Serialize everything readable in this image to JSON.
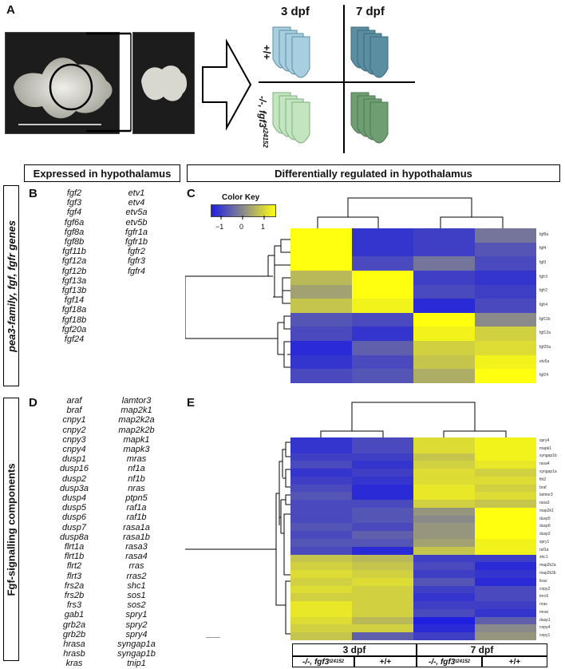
{
  "panel_letters": {
    "a": "A",
    "b": "B",
    "c": "C",
    "d": "D",
    "e": "E"
  },
  "panel_a": {
    "col_labels": [
      "3 dpf",
      "7 dpf"
    ],
    "row_labels": [
      "+/+",
      "-/-, fgf3"
    ],
    "row_label_sup": "t24152"
  },
  "headers": {
    "left": "Expressed in hypothalamus",
    "right": "Differentially regulated in hypothalamus"
  },
  "side_labels": {
    "top": "pea3-family, fgf, fgfr genes",
    "bottom": "Fgf-signalling components"
  },
  "panel_b": {
    "col1": [
      "fgf2",
      "fgf3",
      "fgf4",
      "fgf6a",
      "fgf8a",
      "fgf8b",
      "fgf11b",
      "fgf12a",
      "fgf12b",
      "fgf13a",
      "fgf13b",
      "fgf14",
      "fgf18a",
      "fgf18b",
      "fgf20a",
      "fgf24"
    ],
    "col2": [
      "etv1",
      "etv4",
      "etv5a",
      "etv5b",
      "fgfr1a",
      "fgfr1b",
      "fgfr2",
      "fgfr3",
      "fgfr4"
    ]
  },
  "panel_d": {
    "col1": [
      "araf",
      "braf",
      "cnpy1",
      "cnpy2",
      "cnpy3",
      "cnpy4",
      "dusp1",
      "dusp16",
      "dusp2",
      "dusp3a",
      "dusp4",
      "dusp5",
      "dusp6",
      "dusp7",
      "dusp8a",
      "flrt1a",
      "flrt1b",
      "flrt2",
      "flrt3",
      "frs2a",
      "frs2b",
      "frs3",
      "gab1",
      "grb2a",
      "grb2b",
      "hrasa",
      "hrasb",
      "kras"
    ],
    "col2": [
      "lamtor3",
      "map2k1",
      "map2k2a",
      "map2k2b",
      "mapk1",
      "mapk3",
      "mras",
      "nf1a",
      "nf1b",
      "nras",
      "ptpn5",
      "raf1a",
      "raf1b",
      "rasa1a",
      "rasa1b",
      "rasa3",
      "rasa4",
      "rras",
      "rras2",
      "shc1",
      "sos1",
      "sos2",
      "spry1",
      "spry2",
      "spry4",
      "syngap1a",
      "syngap1b",
      "tnip1"
    ]
  },
  "color_key": {
    "title": "Color Key",
    "ticks": [
      "−1",
      "0",
      "1"
    ],
    "colors": {
      "low": "#1f1fe0",
      "mid": "#8a8a8a",
      "high": "#ffff10"
    }
  },
  "heatmap_c": {
    "genes": [
      "fgf8a",
      "fgf4",
      "fgf3",
      "fgfr3",
      "fgfr2",
      "fgfr4",
      "fgf11b",
      "fgf12a",
      "fgf20a",
      "etv5a",
      "fgf24"
    ],
    "values": [
      [
        1.0,
        -0.8,
        -0.7,
        -0.2
      ],
      [
        1.0,
        -0.8,
        -0.7,
        -0.5
      ],
      [
        1.0,
        -0.6,
        -0.2,
        -0.6
      ],
      [
        0.4,
        1.0,
        -0.7,
        -0.8
      ],
      [
        0.2,
        1.0,
        -0.6,
        -0.7
      ],
      [
        0.5,
        0.9,
        -0.9,
        -0.6
      ],
      [
        -0.5,
        -0.6,
        1.0,
        0.0
      ],
      [
        -0.6,
        -0.8,
        0.9,
        0.6
      ],
      [
        -0.9,
        -0.4,
        0.6,
        0.7
      ],
      [
        -0.8,
        -0.6,
        0.5,
        0.9
      ],
      [
        -0.6,
        -0.5,
        0.3,
        1.0
      ]
    ]
  },
  "heatmap_e": {
    "genes": [
      "spry4",
      "mapk1",
      "syngap1b",
      "rasa4",
      "syngap1a",
      "flrt2",
      "braf",
      "lamtor3",
      "rasa3",
      "map2k1",
      "dusp5",
      "dusp6",
      "dusp2",
      "spry1",
      "raf1a",
      "shc1",
      "map2k2a",
      "map2k2b",
      "kras",
      "cnpy2",
      "tnrc6",
      "nras",
      "mras",
      "dusp1",
      "cnpy4",
      "cnpy1"
    ],
    "values": [
      [
        -0.8,
        -0.6,
        0.7,
        0.9
      ],
      [
        -0.8,
        -0.6,
        0.7,
        0.9
      ],
      [
        -0.7,
        -0.7,
        0.5,
        0.9
      ],
      [
        -0.6,
        -0.8,
        0.6,
        0.8
      ],
      [
        -0.8,
        -0.7,
        0.7,
        0.6
      ],
      [
        -0.7,
        -0.8,
        0.7,
        0.7
      ],
      [
        -0.6,
        -0.9,
        0.8,
        0.6
      ],
      [
        -0.5,
        -0.9,
        0.8,
        0.7
      ],
      [
        -0.6,
        -0.6,
        0.6,
        0.5
      ],
      [
        -0.6,
        -0.5,
        0.1,
        1.0
      ],
      [
        -0.6,
        -0.5,
        0.0,
        1.0
      ],
      [
        -0.5,
        -0.6,
        0.1,
        1.0
      ],
      [
        -0.6,
        -0.4,
        0.1,
        1.0
      ],
      [
        -0.5,
        -0.5,
        0.2,
        0.9
      ],
      [
        -0.6,
        -0.9,
        0.5,
        0.9
      ],
      [
        0.5,
        0.4,
        -0.7,
        -0.7
      ],
      [
        0.6,
        0.5,
        -0.6,
        -0.9
      ],
      [
        0.7,
        0.6,
        -0.7,
        -0.8
      ],
      [
        0.6,
        0.7,
        -0.5,
        -0.9
      ],
      [
        0.7,
        0.6,
        -0.7,
        -0.6
      ],
      [
        0.6,
        0.6,
        -0.8,
        -0.6
      ],
      [
        0.8,
        0.6,
        -0.7,
        -0.7
      ],
      [
        0.8,
        0.6,
        -0.6,
        -0.8
      ],
      [
        0.7,
        0.4,
        -1.0,
        -0.4
      ],
      [
        0.6,
        0.6,
        -0.9,
        0.0
      ],
      [
        0.5,
        -0.4,
        -0.7,
        0.1
      ]
    ]
  },
  "bottom_legend": {
    "groups": [
      "3 dpf",
      "7 dpf"
    ],
    "samples": [
      "-/-, fgf3",
      "+/+",
      "-/-, fgf3",
      "+/+"
    ],
    "sup": "t24152"
  }
}
